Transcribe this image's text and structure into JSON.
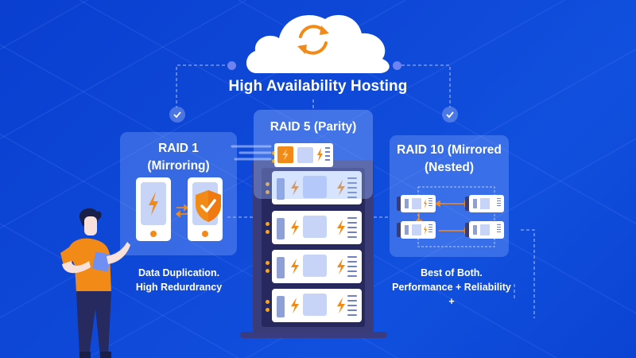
{
  "header": {
    "title": "High Availability Hosting",
    "cloud_icon": "cloud-sync-icon"
  },
  "panels": {
    "raid1": {
      "title_line1": "RAID 1",
      "title_line2": "(Mirroring)",
      "caption_line1": "Data Duplication.",
      "caption_line2": "High Redurdrancy",
      "icons": [
        "lightning-icon",
        "swap-arrows-icon",
        "shield-check-icon"
      ]
    },
    "raid5": {
      "title": "RAID 5 (Parity)",
      "server_units": 4,
      "icons": [
        "server-rack-icon",
        "lightning-icon"
      ]
    },
    "raid10": {
      "title_line1": "RAID 10 (Mirrored",
      "title_line2": "(Nested)",
      "caption_line1": "Best of Both.",
      "caption_line2": "Performance + Reliability +",
      "icons": [
        "mini-server-icon",
        "arrow-icon"
      ]
    }
  },
  "colors": {
    "background": "#0f49d8",
    "accent_orange": "#f28a18",
    "panel": "#8cafff",
    "rack": "#3a3c7a"
  }
}
